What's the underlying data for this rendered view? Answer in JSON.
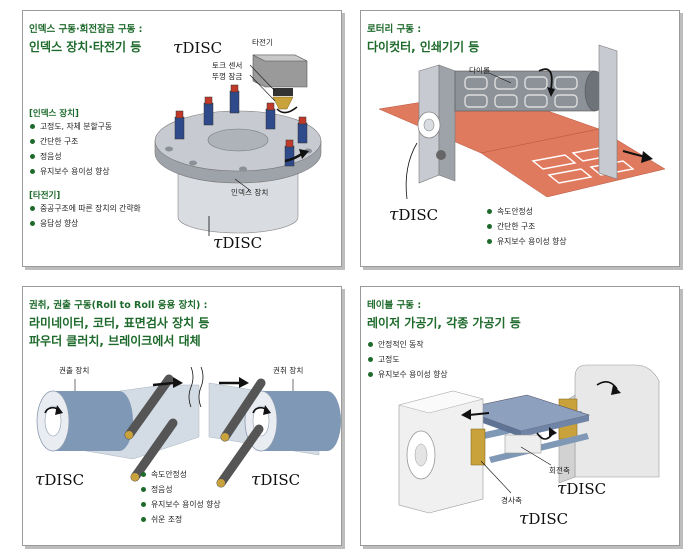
{
  "brand": {
    "tau": "τ",
    "name": "DISC"
  },
  "panel1": {
    "title_small": "인덱스 구동·회전잠금 구동 :",
    "title_large": "인덱스 장치·타전기 등",
    "label_striker": "타전기",
    "label_torque": "토크 센서",
    "label_cap": "뚜껑 잠금",
    "label_index": "인덱스 장치",
    "section1_title": "[인덱스 장치]",
    "section1_items": [
      "고정도, 자체 분할구동",
      "간단한 구조",
      "정음성",
      "유지보수 용이성 향상"
    ],
    "section2_title": "[타전기]",
    "section2_items": [
      "중공구조에 따른 장치의 간략화",
      "응답성 향상"
    ]
  },
  "panel2": {
    "title_small": "로터리 구동 :",
    "title_large": "다이컷터, 인쇄기기 등",
    "label_die": "다이롤",
    "items": [
      "속도안정성",
      "간단한 구조",
      "유지보수 용이성 향상"
    ]
  },
  "panel3": {
    "title_small": "권취, 권출 구동(Roll to Roll 응용 장치) :",
    "title_line1": "라미네이터, 코터, 표면검사 장치 등",
    "title_line2": "파우더 클러치, 브레이크에서 대체",
    "label_unwind": "권출 장치",
    "label_rewind": "권취 장치",
    "items": [
      "속도안정성",
      "정음성",
      "유지보수 용이성 향상",
      "쉬운 조정"
    ]
  },
  "panel4": {
    "title_small": "테이블 구동 :",
    "title_large": "레이저 가공기, 각종 가공기 등",
    "items": [
      "안정적인 동작",
      "고정도",
      "유지보수 용이성 향상"
    ],
    "label_rot": "회전축",
    "label_tilt": "경사축"
  },
  "colors": {
    "accent": "#1e6a2c",
    "sheet": "#e07a5f",
    "gold": "#c9a23b"
  }
}
